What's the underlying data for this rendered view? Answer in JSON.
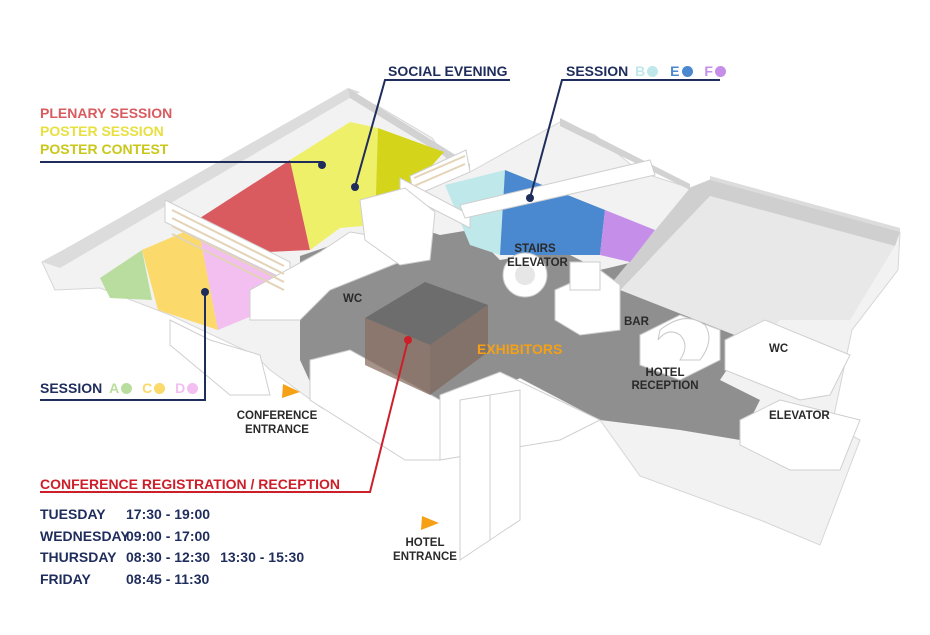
{
  "labels": {
    "plenary_session": "PLENARY SESSION",
    "poster_session": "POSTER SESSION",
    "poster_contest": "POSTER CONTEST",
    "social_evening": "SOCIAL EVENING",
    "session_bef": {
      "prefix": "SESSION",
      "b": "B",
      "e": "E",
      "f": "F"
    },
    "session_acd": {
      "prefix": "SESSION",
      "a": "A",
      "c": "C",
      "d": "D"
    },
    "exhibitors": "EXHIBITORS",
    "registration": "CONFERENCE REGISTRATION / RECEPTION",
    "stairs": "STAIRS",
    "elevator_center": "ELEVATOR",
    "wc_left": "WC",
    "wc_right": "WC",
    "bar": "BAR",
    "hotel_reception_1": "HOTEL",
    "hotel_reception_2": "RECEPTION",
    "elevator_right": "ELEVATOR",
    "conference_entrance_1": "CONFERENCE",
    "conference_entrance_2": "ENTRANCE",
    "hotel_entrance_1": "HOTEL",
    "hotel_entrance_2": "ENTRANCE"
  },
  "schedule": [
    {
      "day": "TUESDAY",
      "times": [
        "17:30 - 19:00"
      ]
    },
    {
      "day": "WEDNESDAY",
      "times": [
        "09:00 - 17:00"
      ]
    },
    {
      "day": "THURSDAY",
      "times": [
        "08:30 - 12:30",
        "13:30 - 15:30"
      ]
    },
    {
      "day": "FRIDAY",
      "times": [
        "08:45 - 11:30"
      ]
    }
  ],
  "colors": {
    "plenary": "#d95b5f",
    "poster_session": "#eff06a",
    "poster_contest": "#d4d41a",
    "navy": "#1f2d5c",
    "registration": "#cc1f2a",
    "exhibitors": "#f5a015",
    "session_a": "#b9dd9e",
    "session_b": "#bfe8ea",
    "session_c": "#fbd96a",
    "session_d": "#f2bff0",
    "session_e": "#4a88cf",
    "session_f": "#c58ee8",
    "entrance_arrow": "#f5a015"
  }
}
